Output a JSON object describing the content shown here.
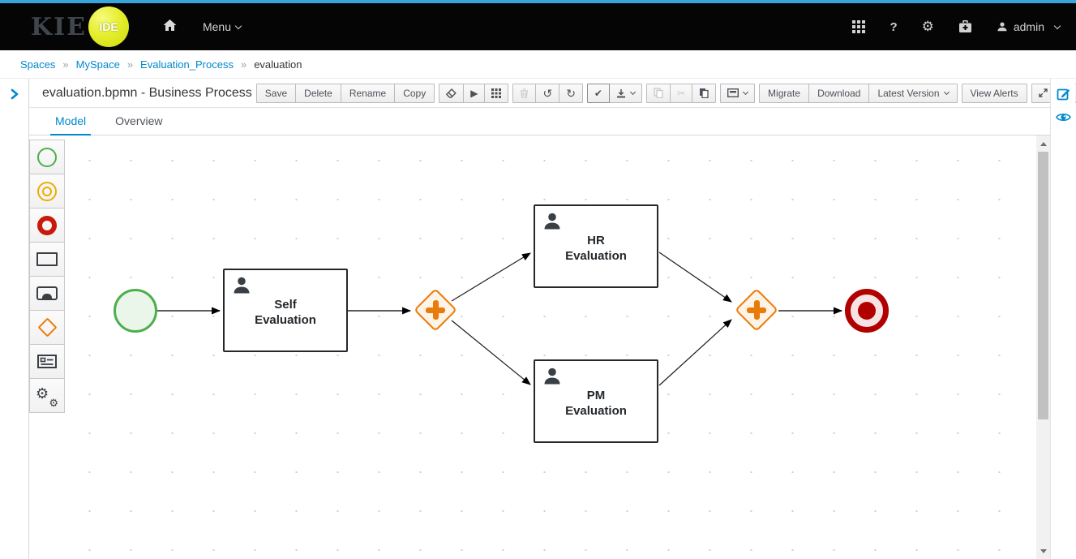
{
  "navbar": {
    "logo_primary": "KIE",
    "logo_secondary": "IDE",
    "menu_label": "Menu",
    "help_label": "?",
    "user_label": "admin"
  },
  "breadcrumb": {
    "separator": "»",
    "items": [
      {
        "label": "Spaces"
      },
      {
        "label": "MySpace"
      },
      {
        "label": "Evaluation_Process"
      },
      {
        "label": "evaluation"
      }
    ]
  },
  "panel": {
    "title": "evaluation.bpmn - Business Process",
    "tabs": [
      {
        "label": "Model"
      },
      {
        "label": "Overview"
      }
    ],
    "toolbar": {
      "save": "Save",
      "delete": "Delete",
      "rename": "Rename",
      "copy": "Copy",
      "play_glyph": "▶",
      "undo_glyph": "↺",
      "redo_glyph": "↻",
      "check_glyph": "✔",
      "cut_glyph": "✂",
      "migrate": "Migrate",
      "download": "Download",
      "latest_version": "Latest Version",
      "view_alerts": "View Alerts",
      "close_glyph": "✖"
    }
  },
  "palette": {
    "gear_glyph": "⚙",
    "items": [
      "start-event",
      "intermediate-event",
      "end-event",
      "task",
      "reusable-subprocess",
      "gateway",
      "form",
      "service-tasks"
    ]
  },
  "diagram": {
    "tasks": {
      "self": {
        "line1": "Self",
        "line2": "Evaluation"
      },
      "hr": {
        "line1": "HR",
        "line2": "Evaluation"
      },
      "pm": {
        "line1": "PM",
        "line2": "Evaluation"
      }
    }
  },
  "colors": {
    "accent_blue": "#0088ce",
    "masthead_stripe": "#39a5dc",
    "start_event_green": "#4cae4c",
    "gateway_orange": "#ec7a08",
    "end_event_red": "#b10000"
  }
}
